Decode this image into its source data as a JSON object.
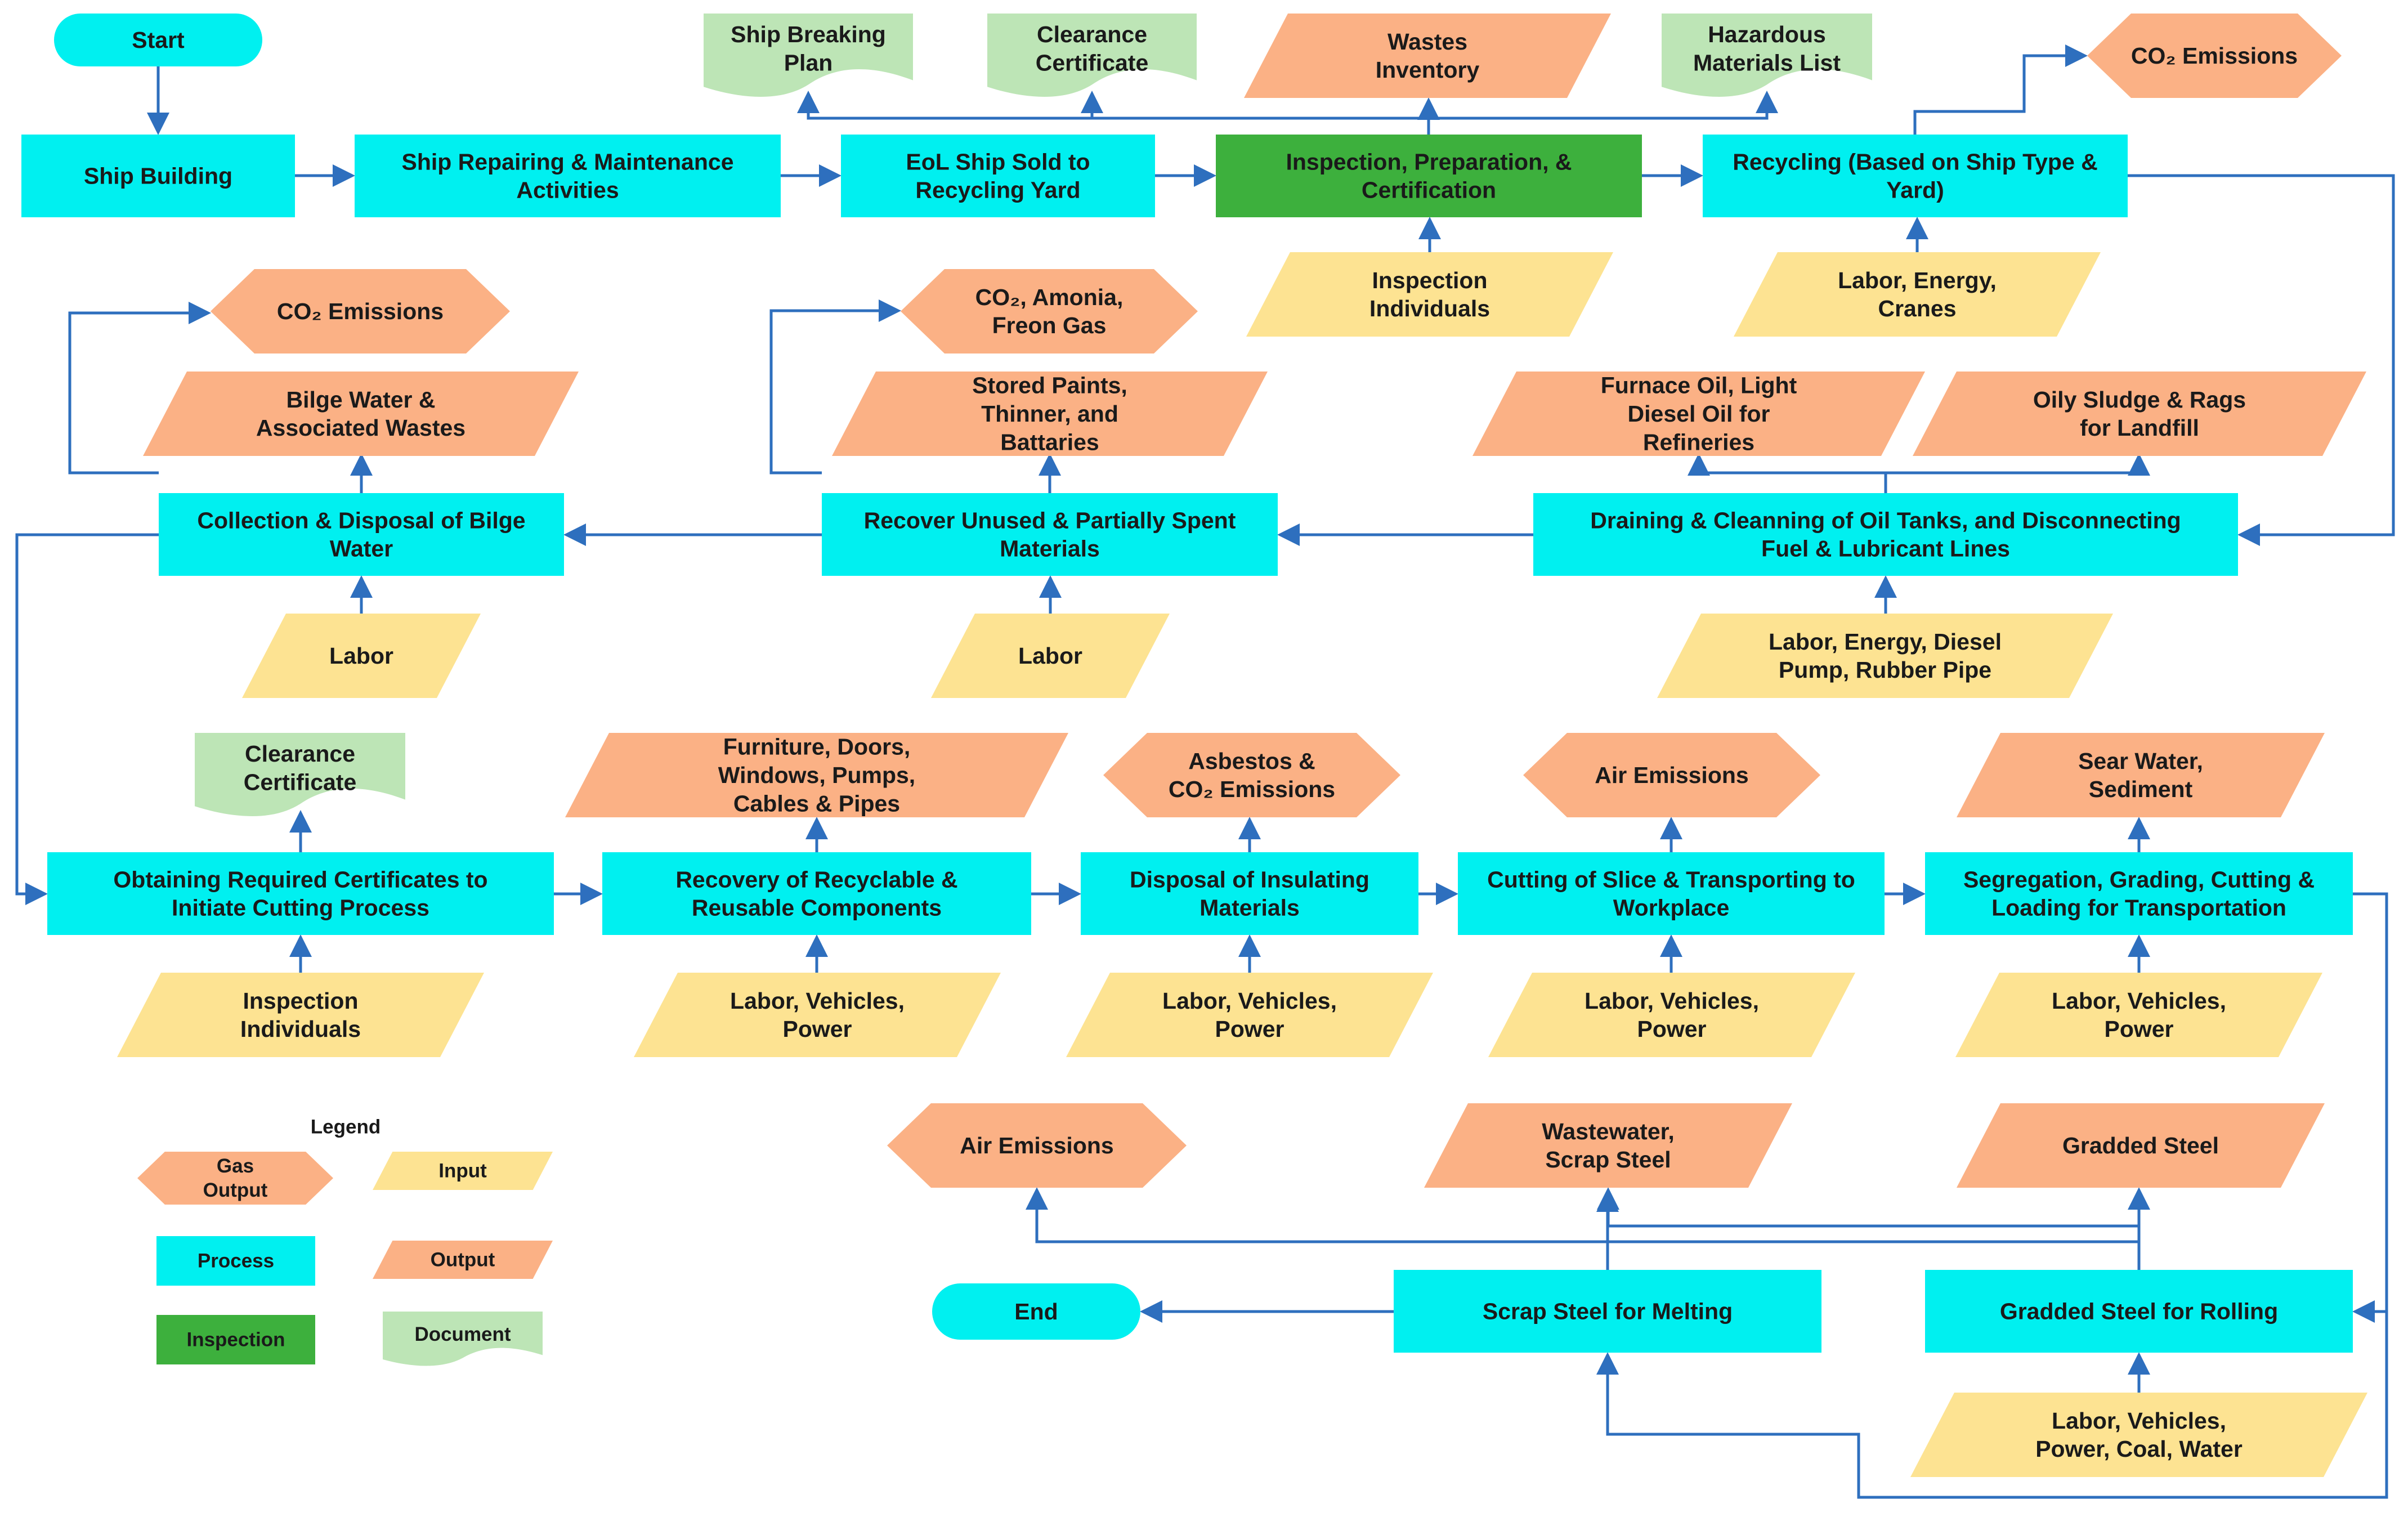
{
  "nodes": {
    "start": "Start",
    "ship_building": "Ship Building",
    "ship_repairing": [
      "Ship Repairing & Maintenance",
      "Activities"
    ],
    "eol_ship_sold": [
      "EoL Ship Sold to",
      "Recycling Yard"
    ],
    "inspection_preparation": [
      "Inspection, Preparation, &",
      "Certification"
    ],
    "recycling": [
      "Recycling (Based on Ship Type &",
      "Yard)"
    ],
    "ship_breaking_plan": [
      "Ship Breaking",
      "Plan"
    ],
    "clearance_certificate_top": [
      "Clearance",
      "Certificate"
    ],
    "wastes_inventory": [
      "Wastes",
      "Inventory"
    ],
    "hazardous_materials": [
      "Hazardous",
      "Materials List"
    ],
    "co2_emissions_top": "CO₂ Emissions",
    "inspection_individuals_top": [
      "Inspection",
      "Individuals"
    ],
    "labor_energy_cranes": [
      "Labor, Energy,",
      "Cranes"
    ],
    "co2_emissions_left": "CO₂ Emissions",
    "bilge_water_wastes": [
      "Bilge Water &",
      "Associated Wastes"
    ],
    "co2_amonia_freon": [
      "CO₂, Amonia,",
      "Freon Gas"
    ],
    "stored_paints": [
      "Stored Paints,",
      "Thinner, and",
      "Battaries"
    ],
    "furnace_oil": [
      "Furnace Oil, Light",
      "Diesel Oil for",
      "Refineries"
    ],
    "oily_sludge": [
      "Oily Sludge & Rags",
      "for Landfill"
    ],
    "collection_disposal_bilge": [
      "Collection & Disposal of Bilge",
      "Water"
    ],
    "recover_unused": [
      "Recover Unused & Partially Spent",
      "Materials"
    ],
    "draining_cleaning": [
      "Draining & Cleanning of Oil Tanks, and Disconnecting",
      "Fuel & Lubricant Lines"
    ],
    "labor_bilge": "Labor",
    "labor_recover": "Labor",
    "labor_energy_diesel": [
      "Labor, Energy, Diesel",
      "Pump, Rubber Pipe"
    ],
    "clearance_certificate_mid": [
      "Clearance",
      "Certificate"
    ],
    "furniture_doors": [
      "Furniture, Doors,",
      "Windows, Pumps,",
      "Cables & Pipes"
    ],
    "asbestos_co2": [
      "Asbestos &",
      "CO₂ Emissions"
    ],
    "air_emissions_mid": "Air Emissions",
    "sear_water_sediment": [
      "Sear Water,",
      "Sediment"
    ],
    "obtaining_certificates": [
      "Obtaining Required Certificates to",
      "Initiate Cutting Process"
    ],
    "recovery_recyclable": [
      "Recovery of Recyclable &",
      "Reusable Components"
    ],
    "disposal_insulating": [
      "Disposal of Insulating",
      "Materials"
    ],
    "cutting_slice": [
      "Cutting of Slice & Transporting to",
      "Workplace"
    ],
    "segregation_grading": [
      "Segregation, Grading, Cutting &",
      "Loading for Transportation"
    ],
    "inspection_individuals_mid": [
      "Inspection",
      "Individuals"
    ],
    "labor_vehicles_power_1": [
      "Labor, Vehicles,",
      "Power"
    ],
    "labor_vehicles_power_2": [
      "Labor, Vehicles,",
      "Power"
    ],
    "labor_vehicles_power_3": [
      "Labor, Vehicles,",
      "Power"
    ],
    "labor_vehicles_power_4": [
      "Labor, Vehicles,",
      "Power"
    ],
    "air_emissions_bottom": "Air Emissions",
    "wastewater_scrap": [
      "Wastewater,",
      "Scrap Steel"
    ],
    "gradded_steel": "Gradded Steel",
    "end": "End",
    "scrap_steel_melting": "Scrap Steel for Melting",
    "gradded_steel_rolling": "Gradded Steel for Rolling",
    "labor_vehicles_coal": [
      "Labor, Vehicles,",
      "Power, Coal, Water"
    ]
  },
  "legend": {
    "title": "Legend",
    "gas_output": [
      "Gas",
      "Output"
    ],
    "input": "Input",
    "process": "Process",
    "output": "Output",
    "inspection": "Inspection",
    "document": "Document"
  },
  "colors": {
    "process": "#00f0f0",
    "inspection": "#3db03d",
    "output": "#fbb185",
    "input": "#fde392",
    "document": "#bde5b6",
    "edge": "#2e6fbe"
  }
}
